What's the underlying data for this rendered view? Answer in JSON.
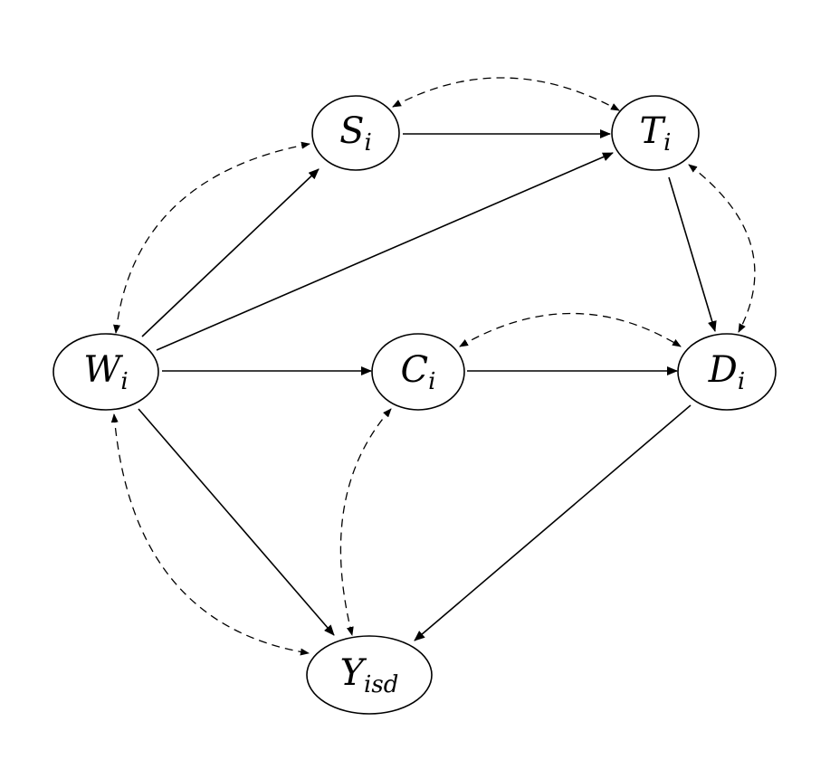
{
  "nodes": {
    "S": {
      "main": "S",
      "sub": "i"
    },
    "T": {
      "main": "T",
      "sub": "i"
    },
    "W": {
      "main": "W",
      "sub": "i"
    },
    "C": {
      "main": "C",
      "sub": "i"
    },
    "D": {
      "main": "D",
      "sub": "i"
    },
    "Y": {
      "main": "Y",
      "sub": "isd"
    }
  },
  "edges": {
    "directed": [
      {
        "from": "S",
        "to": "T"
      },
      {
        "from": "W",
        "to": "S"
      },
      {
        "from": "W",
        "to": "T"
      },
      {
        "from": "W",
        "to": "C"
      },
      {
        "from": "C",
        "to": "D"
      },
      {
        "from": "T",
        "to": "D"
      },
      {
        "from": "W",
        "to": "Y"
      },
      {
        "from": "D",
        "to": "Y"
      }
    ],
    "bidirected": [
      {
        "a": "S",
        "b": "T"
      },
      {
        "a": "S",
        "b": "W"
      },
      {
        "a": "T",
        "b": "D"
      },
      {
        "a": "C",
        "b": "D"
      },
      {
        "a": "W",
        "b": "Y"
      },
      {
        "a": "C",
        "b": "Y"
      }
    ]
  }
}
